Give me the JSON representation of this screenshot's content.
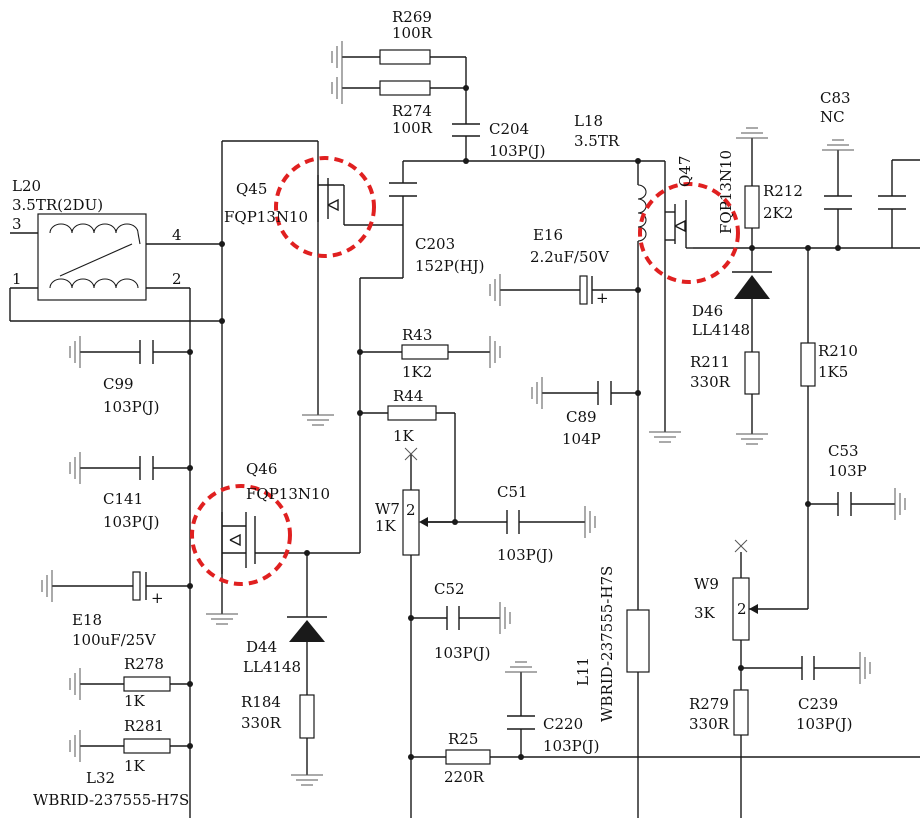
{
  "labels": {
    "r269_ref": "R269",
    "r269_val": "100R",
    "r274_ref": "R274",
    "r274_val": "100R",
    "c204_ref": "C204",
    "c204_val": "103P(J)",
    "l18_ref": "L18",
    "l18_val": "3.5TR",
    "c83_ref": "C83",
    "c83_val": "NC",
    "l20_ref": "L20",
    "l20_val": "3.5TR(2DU)",
    "pin1": "1",
    "pin2": "2",
    "pin3": "3",
    "pin4": "4",
    "q45_ref": "Q45",
    "q45_val": "FQP13N10",
    "q47_ref": "Q47",
    "q47_val": "FQP13N10",
    "r212_ref": "R212",
    "r212_val": "2K2",
    "c203_ref": "C203",
    "c203_val": "152P(HJ)",
    "e16_ref": "E16",
    "e16_val": "2.2uF/50V",
    "d46_ref": "D46",
    "d46_val": "LL4148",
    "r43_ref": "R43",
    "r43_val": "1K2",
    "r211_ref": "R211",
    "r211_val": "330R",
    "r210_ref": "R210",
    "r210_val": "1K5",
    "c99_ref": "C99",
    "c99_val": "103P(J)",
    "r44_ref": "R44",
    "r44_val": "1K",
    "c89_ref": "C89",
    "c89_val": "104P",
    "c53_ref": "C53",
    "c53_val": "103P",
    "c141_ref": "C141",
    "c141_val": "103P(J)",
    "q46_ref": "Q46",
    "q46_val": "FQP13N10",
    "w7_ref": "W7",
    "w7_val": "1K",
    "w7_pin": "2",
    "c51_ref": "C51",
    "c51_val": "103P(J)",
    "l11_ref": "L11",
    "l11_val": "WBRID-237555-H7S",
    "w9_ref": "W9",
    "w9_val": "3K",
    "w9_pin": "2",
    "e18_ref": "E18",
    "e18_val": "100uF/25V",
    "c52_ref": "C52",
    "c52_val": "103P(J)",
    "r278_ref": "R278",
    "r278_val": "1K",
    "d44_ref": "D44",
    "d44_val": "LL4148",
    "r279_ref": "R279",
    "r279_val": "330R",
    "c239_ref": "C239",
    "c239_val": "103P(J)",
    "r184_ref": "R184",
    "r184_val": "330R",
    "c220_ref": "C220",
    "c220_val": "103P(J)",
    "r281_ref": "R281",
    "r281_val": "1K",
    "r25_ref": "R25",
    "r25_val": "220R",
    "l32_ref": "L32",
    "l32_val": "WBRID-237555-H7S",
    "plus": "+"
  },
  "colors": {
    "wire": "#1a1a1a",
    "highlight": "#e02020",
    "ground": "#555555"
  }
}
